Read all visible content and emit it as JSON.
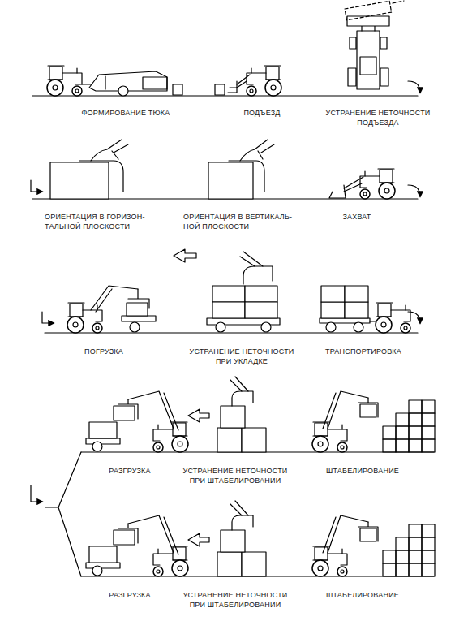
{
  "diagram": {
    "labels": [
      "ФОРМИРОВАНИЕ ТЮКА",
      "ПОДЪЕЗД",
      "УСТРАНЕНИЕ НЕТОЧНОСТИ ПОДЪЕЗДА",
      "ОРИЕНТАЦИЯ В ГОРИЗОН- ТАЛЬНОЙ ПЛОСКОСТИ",
      "ОРИЕНТАЦИЯ В ВЕРТИКАЛЬ- НОЙ ПЛОСКОСТИ",
      "ЗАХВАТ",
      "ПОГРУЗКА",
      "УСТРАНЕНИЕ НЕТОЧНОСТИ ПРИ УКЛАДКЕ",
      "ТРАНСПОРТИРОВКА",
      "РАЗГРУЗКА",
      "УСТРАНЕНИЕ НЕТОЧНОСТИ ПРИ ШТАБЕЛИРОВАНИИ",
      "ШТАБЕЛИРОВАНИЕ",
      "РАЗГРУЗКА",
      "УСТРАНЕНИЕ НЕТОЧНОСТИ ПРИ ШТАБЕЛИРОВАНИИ",
      "ШТАБЕЛИРОВАНИЕ"
    ]
  }
}
